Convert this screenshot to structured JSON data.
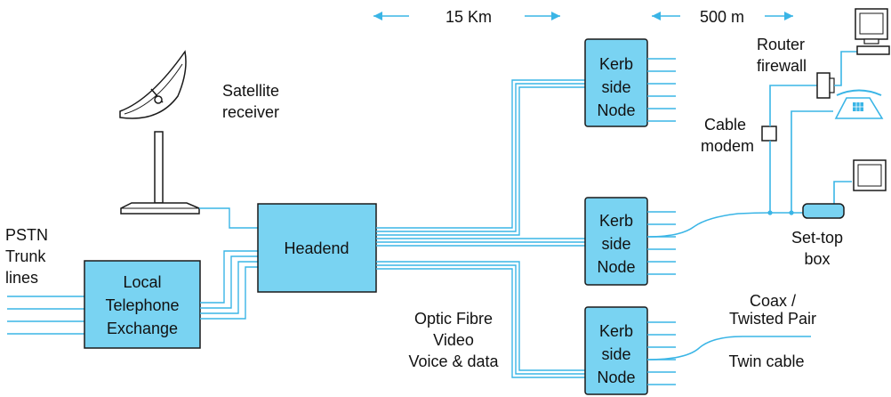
{
  "distances": {
    "left": "15 Km",
    "right": "500 m"
  },
  "labels": {
    "satellite": [
      "Satellite",
      "receiver"
    ],
    "pstn": [
      "PSTN",
      "Trunk",
      "lines"
    ],
    "exchange": [
      "Local",
      "Telephone",
      "Exchange"
    ],
    "headend": "Headend",
    "kerb_node": [
      "Kerb",
      "side",
      "Node"
    ],
    "router": [
      "Router",
      "firewall"
    ],
    "cable_modem": [
      "Cable",
      "modem"
    ],
    "settop": [
      "Set-top",
      "box"
    ],
    "optic": [
      "Optic Fibre",
      "Video",
      "Voice & data"
    ],
    "coax": [
      "Coax /",
      "Twisted Pair"
    ],
    "twin": "Twin cable"
  },
  "colors": {
    "box_fill": "#79d3f2",
    "line": "#3ab5e6",
    "outline": "#1a1a1a"
  },
  "icons": [
    "satellite-dish-icon",
    "computer-icon",
    "telephone-icon",
    "television-icon",
    "arrow-left-icon",
    "arrow-right-icon"
  ]
}
